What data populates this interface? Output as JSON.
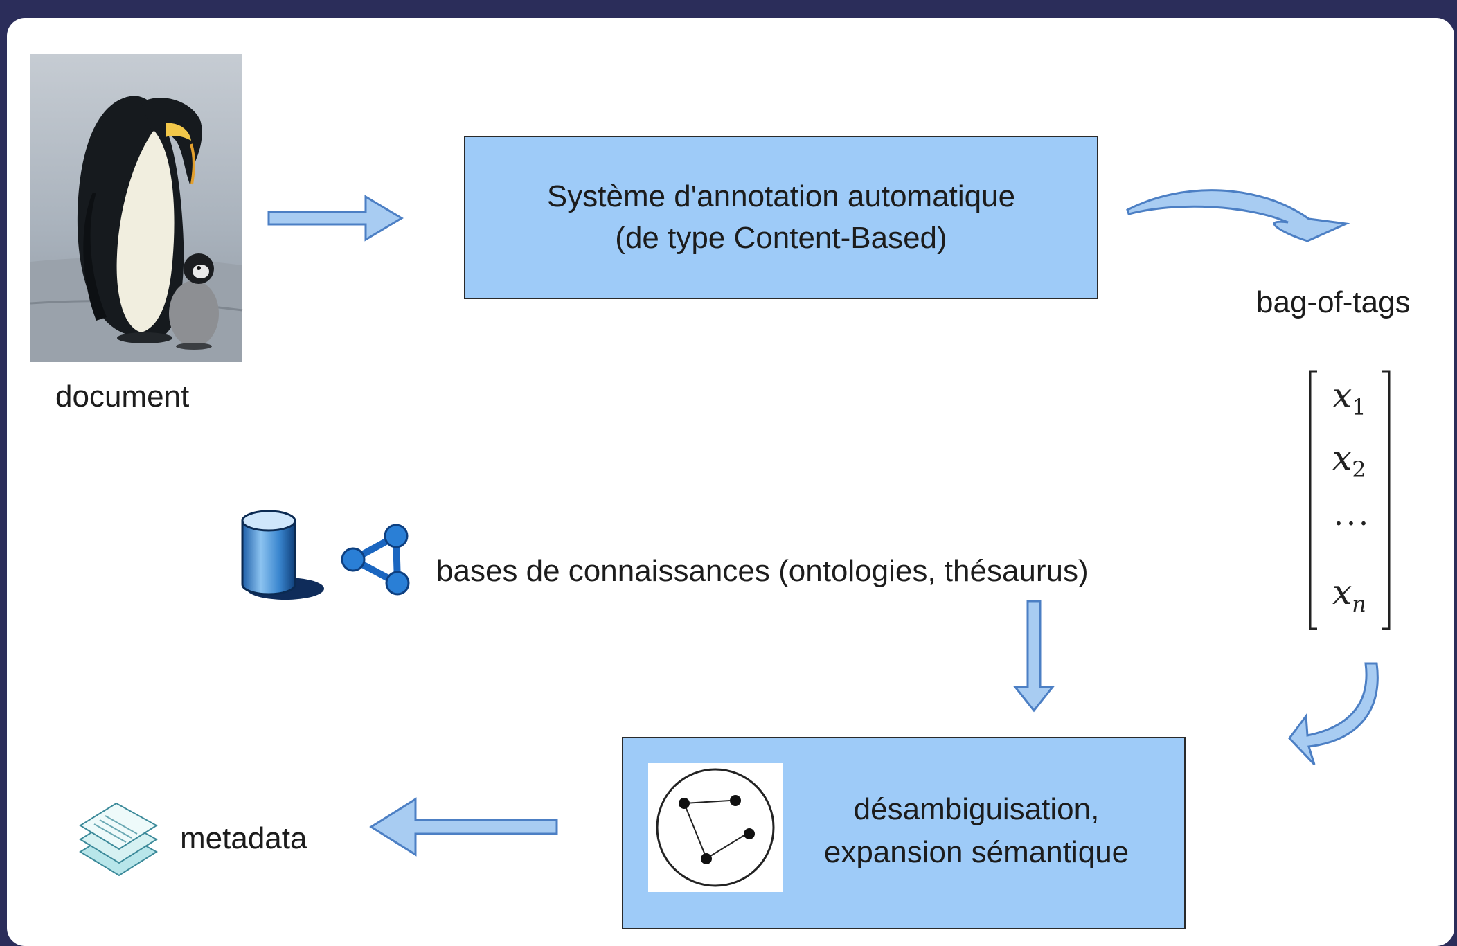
{
  "document": {
    "label": "document"
  },
  "annotation_system": {
    "line1": "Système d'annotation automatique",
    "line2": "(de type Content-Based)"
  },
  "bag_of_tags": {
    "label": "bag-of-tags",
    "vector": [
      {
        "var": "x",
        "sub": "1"
      },
      {
        "var": "x",
        "sub": "2"
      },
      {
        "dots": "..."
      },
      {
        "var": "x",
        "sub": "n"
      }
    ]
  },
  "knowledge_bases": {
    "label": "bases de connaissances (ontologies, thésaurus)"
  },
  "disambiguation": {
    "line1": "désambiguisation,",
    "line2": "expansion sémantique"
  },
  "metadata": {
    "label": "metadata"
  },
  "colors": {
    "frame": "#2b2d5a",
    "box_fill": "#9ecbf8",
    "arrow_fill": "#a8ccf2",
    "arrow_stroke": "#4c7fc4"
  },
  "icons": [
    "penguin-photo",
    "database-icon",
    "network-icon",
    "graph-icon",
    "documents-icon"
  ]
}
